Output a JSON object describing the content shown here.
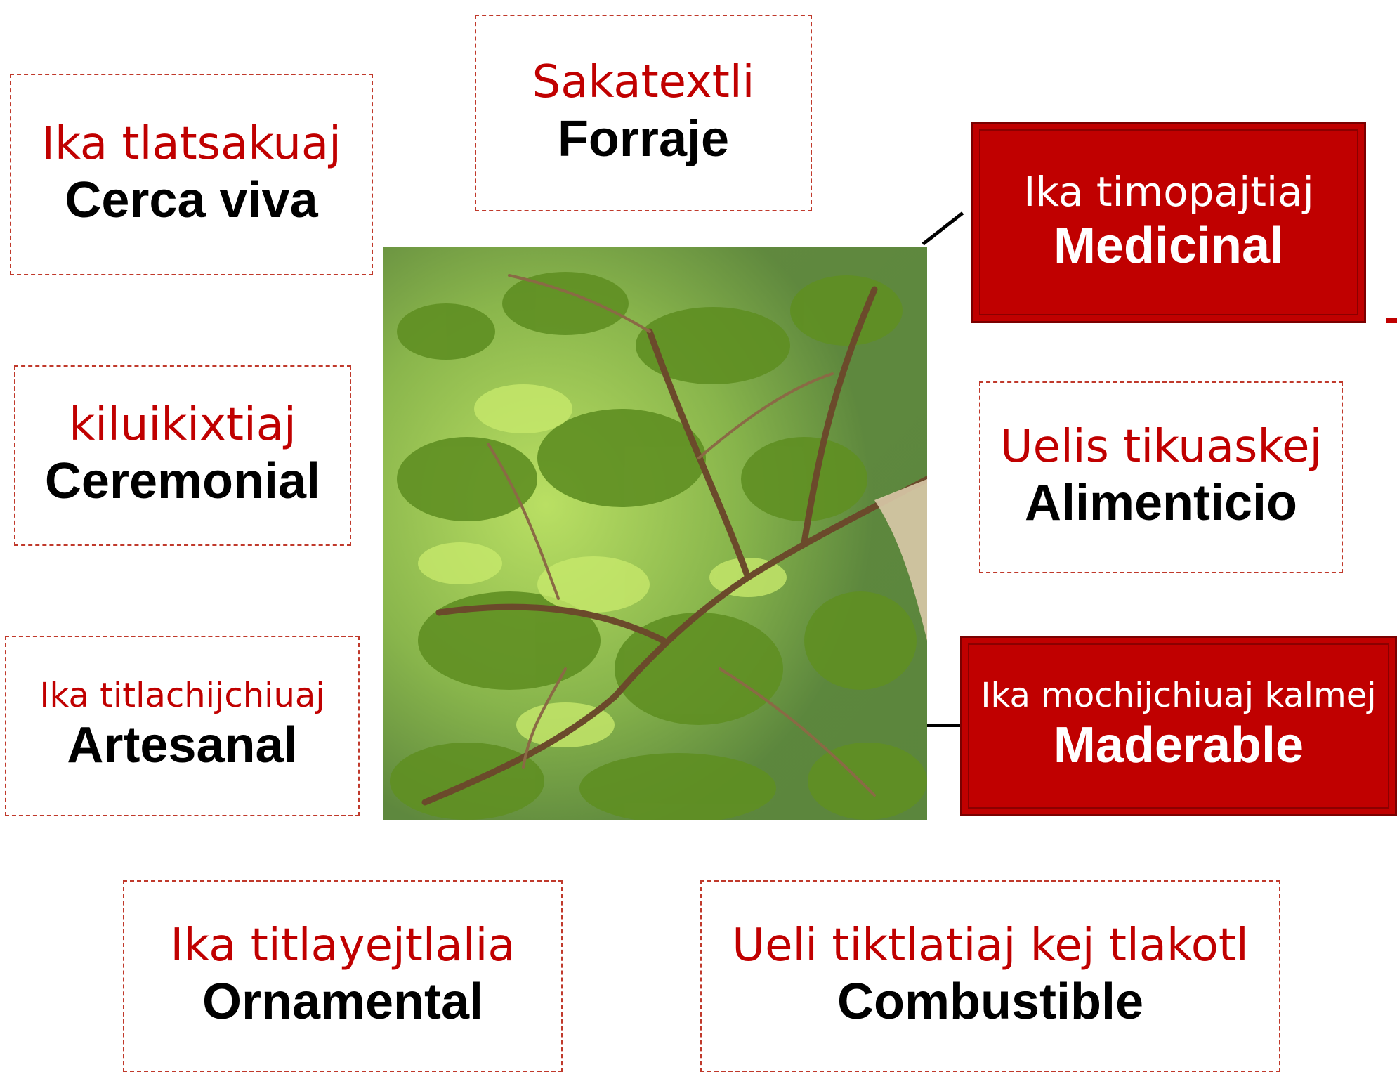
{
  "colors": {
    "accent_red": "#c00000",
    "border_red": "#c0392b",
    "label_black": "#000000",
    "filled_text": "#ffffff"
  },
  "center_image": {
    "icon": "tree-canopy-photo"
  },
  "uses": [
    {
      "id": "cerca-viva",
      "native": "Ika tlatsakuaj",
      "spanish": "Cerca viva",
      "highlighted": false
    },
    {
      "id": "forraje",
      "native": "Sakatextli",
      "spanish": "Forraje",
      "highlighted": false
    },
    {
      "id": "medicinal",
      "native": "Ika timopajtiaj",
      "spanish": "Medicinal",
      "highlighted": true
    },
    {
      "id": "ceremonial",
      "native": "kiluikixtiaj",
      "spanish": "Ceremonial",
      "highlighted": false
    },
    {
      "id": "alimenticio",
      "native": "Uelis tikuaskej",
      "spanish": "Alimenticio",
      "highlighted": false
    },
    {
      "id": "artesanal",
      "native": "Ika titlachijchiuaj",
      "spanish": "Artesanal",
      "highlighted": false
    },
    {
      "id": "maderable",
      "native": "Ika mochijchiuaj kalmej",
      "spanish": "Maderable",
      "highlighted": true
    },
    {
      "id": "ornamental",
      "native": "Ika titlayejtlalia",
      "spanish": "Ornamental",
      "highlighted": false
    },
    {
      "id": "combustible",
      "native": "Ueli tiktlatiaj kej tlakotl",
      "spanish": "Combustible",
      "highlighted": false
    }
  ]
}
